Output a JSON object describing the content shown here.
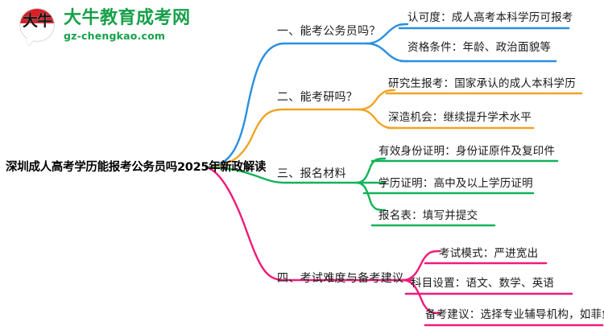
{
  "logo": {
    "mark_glyph": "大牛",
    "title": "大牛教育成考网",
    "domain": "gz-chengkao.com",
    "brand_color": "#17a04a",
    "mark_color": "#d71f27"
  },
  "mindmap": {
    "root": "深圳成人高考学历能报考公务员吗2025年新政解读",
    "branches": [
      {
        "label": "一、能考公务员吗？",
        "color": "#2a8fe0",
        "leaves": [
          "认可度：成人高考本科学历可报考",
          "资格条件：年龄、政治面貌等"
        ]
      },
      {
        "label": "二、能考研吗？",
        "color": "#efa424",
        "leaves": [
          "研究生报考：国家承认的成人本科学历",
          "深造机会：继续提升学术水平"
        ]
      },
      {
        "label": "三、报名材料",
        "color": "#12b358",
        "leaves": [
          "有效身份证明：身份证原件及复印件",
          "学历证明：高中及以上学历证明",
          "报名表：填写并提交"
        ]
      },
      {
        "label": "四、考试难度与备考建议",
        "color": "#ef1b7b",
        "leaves": [
          "考试模式：严进宽出",
          "科目设置：语文、数学、英语",
          "备考建议：选择专业辅导机构，如菲鱼教育"
        ]
      }
    ]
  }
}
